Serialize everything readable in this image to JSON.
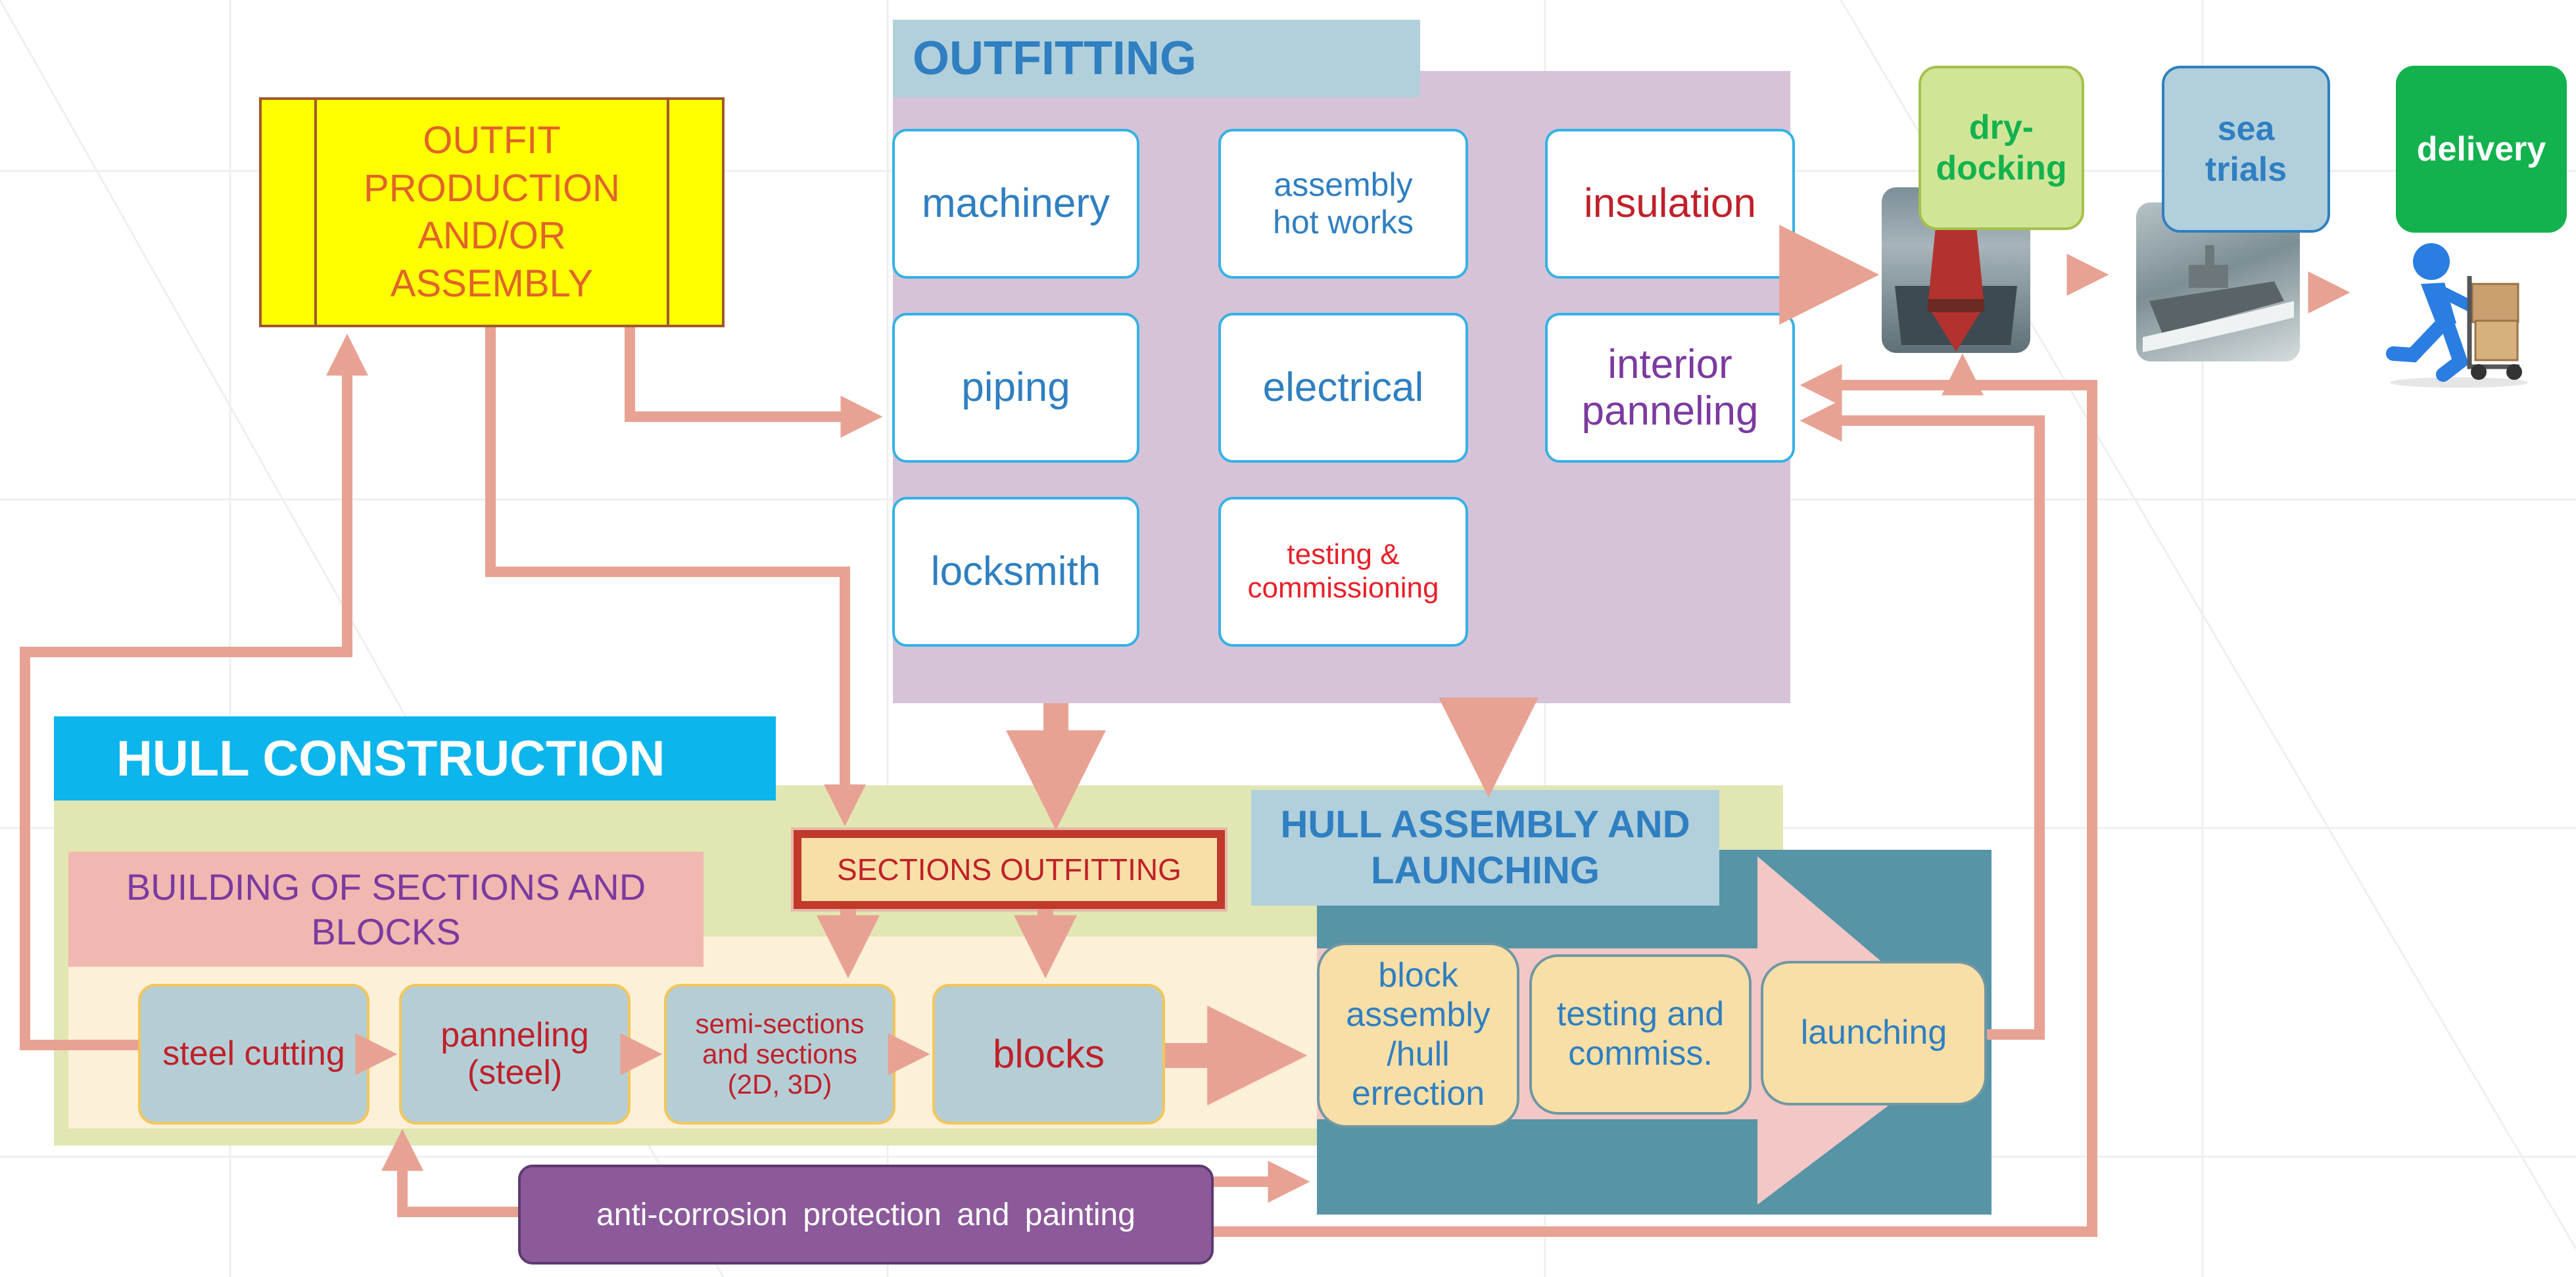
{
  "outfitting": {
    "title": "OUTFITTING",
    "items": {
      "machinery": "machinery",
      "assembly_hot_works": "assembly hot works",
      "insulation": "insulation",
      "piping": "piping",
      "electrical": "electrical",
      "interior_panneling": "interior panneling",
      "locksmith": "locksmith",
      "testing_commissioning": "testing & commissioning"
    }
  },
  "outfit_production": {
    "label": "OUTFIT PRODUCTION AND/OR ASSEMBLY"
  },
  "hull_construction": {
    "title": "HULL CONSTRUCTION",
    "building_title": "BUILDING OF SECTIONS AND BLOCKS",
    "sections_outfitting": "SECTIONS OUTFITTING",
    "steps": {
      "steel_cutting": "steel cutting",
      "panneling_steel": "panneling (steel)",
      "semi_sections": "semi-sections and sections (2D, 3D)",
      "blocks": "blocks"
    }
  },
  "hull_assembly": {
    "title": "HULL ASSEMBLY AND LAUNCHING",
    "steps": {
      "block_assembly": "block assembly /hull errection",
      "testing_commiss": "testing and commiss.",
      "launching": "launching"
    }
  },
  "anti_corrosion": {
    "label": "anti-corrosion protection and painting"
  },
  "final_stages": {
    "dry_docking": "dry-docking",
    "sea_trials": "sea trials",
    "delivery": "delivery"
  },
  "colors": {
    "arrow": "#e8a293",
    "outfitting_bg": "#d6c3d8",
    "hull_bg": "#e2e6b3",
    "hull_title": "#0cb5ec",
    "assembly_bg": "#5694a6",
    "yellow_box": "#ffff00",
    "anti_corrosion": "#8c5a9a",
    "delivery_green": "#13b24e",
    "dry_docking_bg": "#d1e597"
  }
}
